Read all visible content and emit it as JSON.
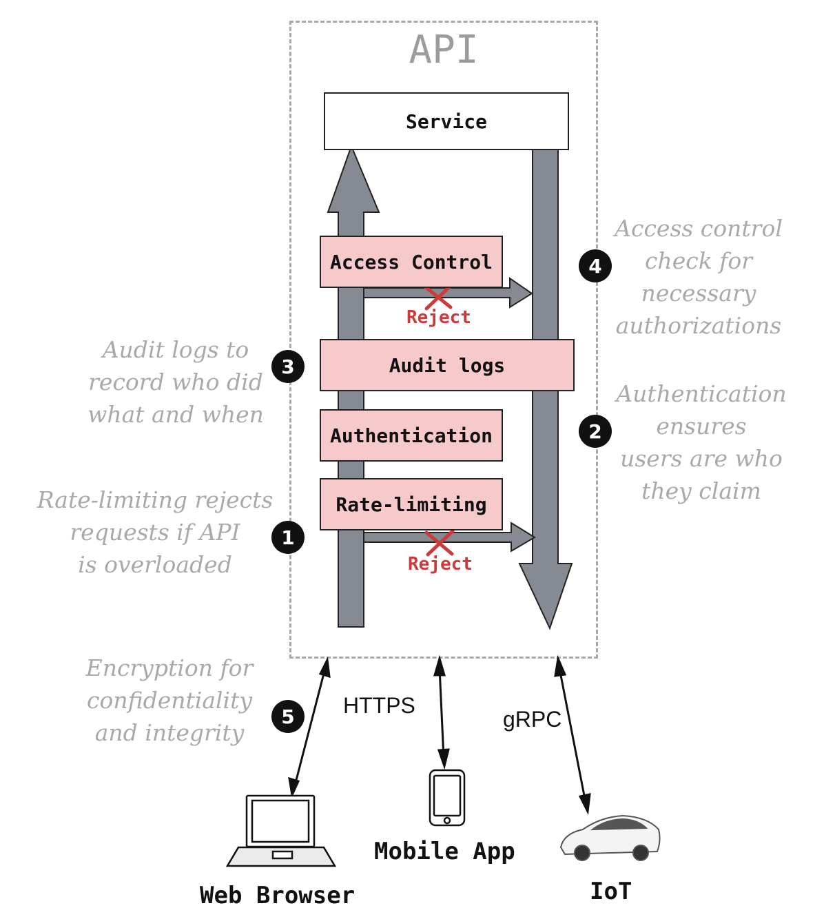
{
  "api": {
    "title": "API"
  },
  "service": {
    "label": "Service"
  },
  "layers": {
    "access_control": "Access Control",
    "audit_logs": "Audit logs",
    "authentication": "Authentication",
    "rate_limiting": "Rate-limiting"
  },
  "rejects": {
    "upper": "Reject",
    "lower": "Reject"
  },
  "steps": {
    "s1": {
      "number": "1",
      "note_lines": [
        "Rate-limiting rejects",
        "requests if API",
        "is overloaded"
      ]
    },
    "s2": {
      "number": "2",
      "note_lines": [
        "Authentication",
        "ensures",
        "users are who",
        "they claim"
      ]
    },
    "s3": {
      "number": "3",
      "note_lines": [
        "Audit logs to",
        "record who did",
        "what and when"
      ]
    },
    "s4": {
      "number": "4",
      "note_lines": [
        "Access control",
        "check for",
        "necessary",
        "authorizations"
      ]
    },
    "s5": {
      "number": "5",
      "note_lines": [
        "Encryption for",
        "confidentiality",
        "and integrity"
      ]
    }
  },
  "protocols": {
    "https": "HTTPS",
    "grpc": "gRPC"
  },
  "clients": {
    "web": "Web Browser",
    "mobile": "Mobile App",
    "iot": "IoT"
  },
  "colors": {
    "layer_fill": "#f6c9cb",
    "arrow_fill": "#868b93",
    "reject_red": "#cc3b3b",
    "note_gray": "#a9a9a9"
  }
}
